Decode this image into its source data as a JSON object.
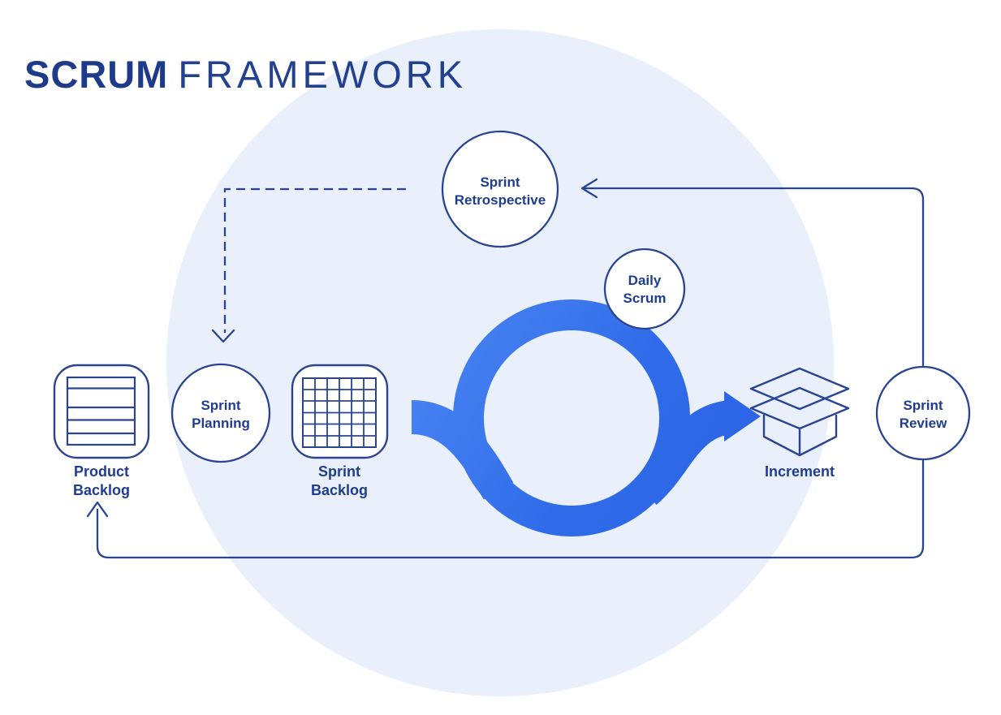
{
  "title": {
    "primary": "SCRUM",
    "secondary": "FRAMEWORK"
  },
  "nodes": {
    "sprint_retrospective": {
      "line1": "Sprint",
      "line2": "Retrospective"
    },
    "daily_scrum": {
      "line1": "Daily",
      "line2": "Scrum"
    },
    "sprint_planning": {
      "line1": "Sprint",
      "line2": "Planning"
    },
    "sprint_review": {
      "line1": "Sprint",
      "line2": "Review"
    }
  },
  "artifacts": {
    "product_backlog": {
      "line1": "Product",
      "line2": "Backlog",
      "icon": "list-icon"
    },
    "sprint_backlog": {
      "line1": "Sprint",
      "line2": "Backlog",
      "icon": "grid-icon"
    },
    "increment": {
      "label": "Increment",
      "icon": "open-box-icon"
    }
  },
  "flow": {
    "sprint_loop_icon": "circular-sprint-loop-arrow",
    "review_to_retrospective": "solid-arrow",
    "retrospective_to_planning": "dashed-arrow",
    "review_to_product_backlog": "solid-arrow"
  },
  "colors": {
    "navy_stroke": "#2a4492",
    "text_navy": "#1f3d8f",
    "title_navy": "#1e3a8a",
    "ring_blue_light": "#4c87f3",
    "ring_blue_dark": "#2a62e5",
    "background_circle": "#e9f0fc",
    "background": "#ffffff"
  }
}
